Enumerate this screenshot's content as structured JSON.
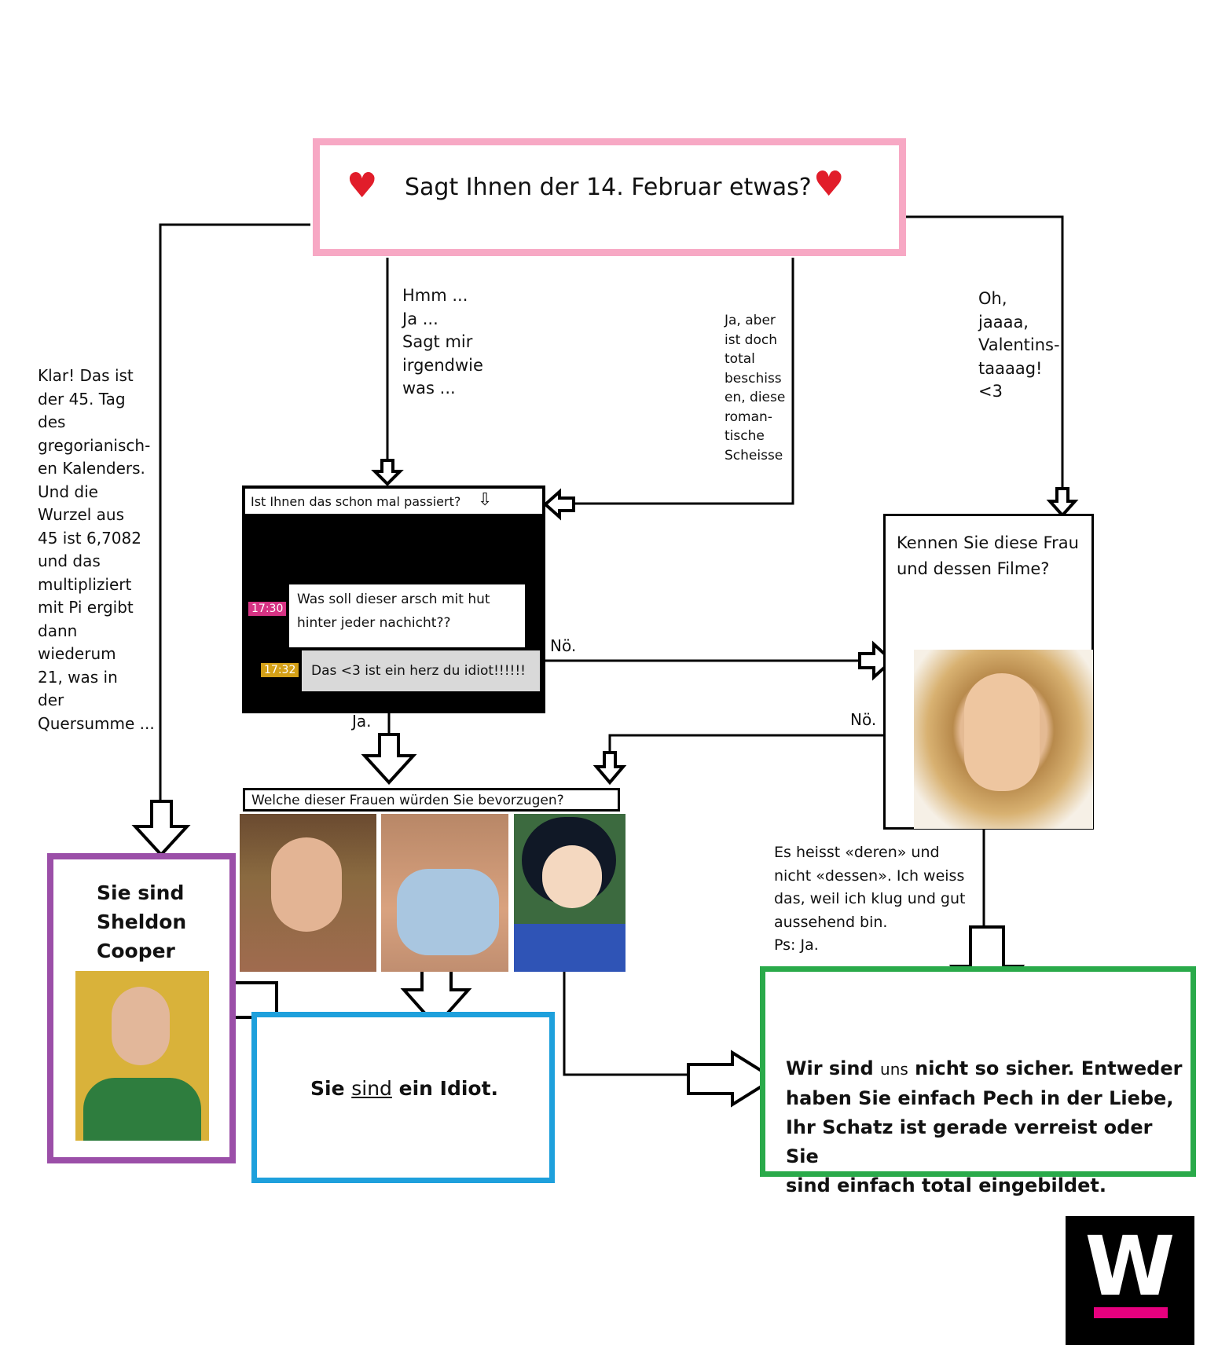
{
  "title": {
    "text": "Sagt Ihnen der 14. Februar etwas?"
  },
  "labels": {
    "left_answer": "Klar! Das ist\nder 45. Tag\ndes\ngregorianisch-\nen Kalenders.\nUnd die\nWurzel aus\n45 ist 6,7082\nund das\nmultipliziert\nmit Pi ergibt\ndann\nwiederum\n21, was in\nder\nQuersumme ...",
    "middle_answer": "Hmm ...\nJa ...\nSagt mir\nirgendwie\nwas ...",
    "ja_aber": "Ja, aber\nist doch\ntotal\nbeschiss\nen, diese\nroman-\ntische\nScheisse",
    "right_answer": "Oh,\njaaaa,\nValentins-\ntaaaag!\n<3",
    "no1": "Nö.",
    "ja1": "Ja.",
    "no2": "Nö.",
    "deren_note": "Es heisst «deren» und\nnicht «dessen». Ich weiss\ndas, weil ich klug und gut\naussehend bin.\nPs: Ja."
  },
  "chat": {
    "header": "Ist Ihnen das schon mal passiert?",
    "messages": [
      {
        "time": "17:30",
        "text": "Was soll dieser arsch mit hut\nhinter jeder nachicht??",
        "time_color": "#d63384"
      },
      {
        "time": "17:32",
        "text": "Das <3 ist ein herz du idiot!!!!!!",
        "time_color": "#d4a017"
      }
    ]
  },
  "question_women": {
    "text": "Welche dieser Frauen würden Sie bevorzugen?"
  },
  "question_film": {
    "text": "Kennen Sie diese Frau\nund dessen Filme?"
  },
  "results": {
    "sheldon": "Sie sind\nSheldon\nCooper",
    "idiot_pre": "Sie ",
    "idiot_u": "sind",
    "idiot_post": " ein Idiot.",
    "green_a": "Wir sind ",
    "green_small": "uns",
    "green_b": " nicht so sicher. Entweder\nhaben Sie einfach Pech in der Liebe,\nIhr Schatz ist gerade verreist oder Sie\nsind einfach total eingebildet."
  },
  "logo": {
    "letter": "W"
  },
  "colors": {
    "pink": "#f7a8c4",
    "heart": "#e11d2a",
    "purple": "#9b4fa8",
    "blue": "#1ea0dc",
    "green": "#2aaa4a",
    "logo_bar": "#e6007e"
  }
}
